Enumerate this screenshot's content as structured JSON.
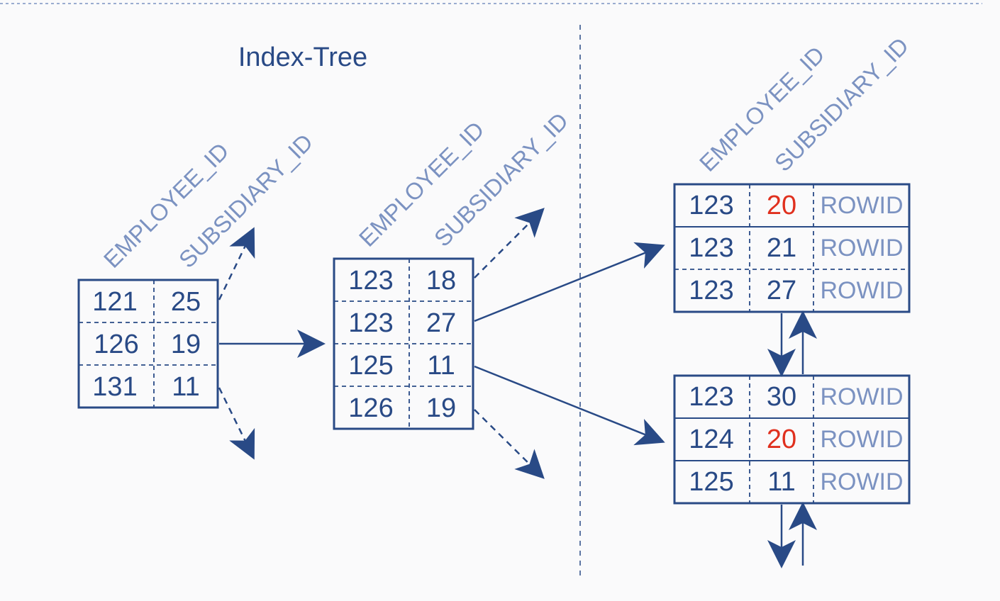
{
  "title": "Index-Tree",
  "column_labels": {
    "employee_id": "EMPLOYEE_ID",
    "subsidiary_id": "SUBSIDIARY_ID"
  },
  "root_node": {
    "rows": [
      [
        "121",
        "25"
      ],
      [
        "126",
        "19"
      ],
      [
        "131",
        "11"
      ]
    ]
  },
  "branch_node": {
    "rows": [
      [
        "123",
        "18"
      ],
      [
        "123",
        "27"
      ],
      [
        "125",
        "11"
      ],
      [
        "126",
        "19"
      ]
    ]
  },
  "leaf_nodes": [
    {
      "rows": [
        [
          "123",
          "20",
          "ROWID"
        ],
        [
          "123",
          "21",
          "ROWID"
        ],
        [
          "123",
          "27",
          "ROWID"
        ]
      ]
    },
    {
      "rows": [
        [
          "123",
          "30",
          "ROWID"
        ],
        [
          "124",
          "20",
          "ROWID"
        ],
        [
          "125",
          "11",
          "ROWID"
        ]
      ]
    }
  ],
  "highlighted_value": "20",
  "colors": {
    "line": "#294a86",
    "text": "#294a86",
    "label": "#7b92c1",
    "highlight": "#e0301e",
    "background": "#fafafb"
  }
}
